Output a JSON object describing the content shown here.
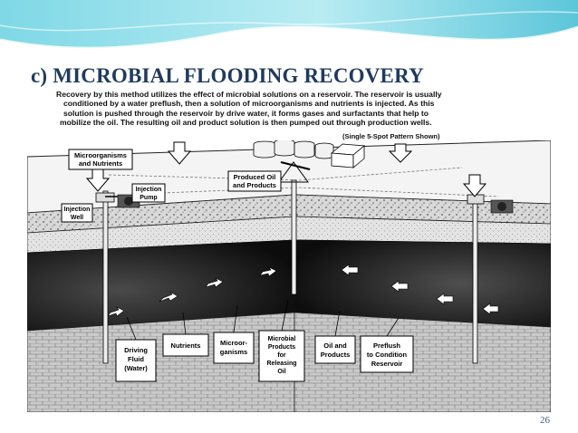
{
  "slide": {
    "title": "c) MICROBIAL FLOODING RECOVERY",
    "page_number": "26"
  },
  "intro": {
    "lines": [
      "Recovery by this method utilizes the effect of microbial solutions on a reservoir. The reservoir is usually",
      "conditioned by a water preflush, then a solution of microorganisms and nutrients is injected. As this",
      "solution is pushed through the reservoir by drive water, it forms gases and surfactants that help to",
      "mobilize the oil. The resulting oil and product solution is then pumped out through production wells."
    ],
    "pattern_note": "(Single 5-Spot Pattern Shown)"
  },
  "surface_labels": {
    "microorganisms": [
      "Microorganisms",
      "and Nutrients"
    ],
    "injection_pump": [
      "Injection",
      "Pump"
    ],
    "injection_well": [
      "Injection",
      "Well"
    ],
    "produced_oil": [
      "Produced Oil",
      "and Products"
    ]
  },
  "zone_labels": [
    {
      "id": "driving-fluid",
      "lines": [
        "Driving",
        "Fluid",
        "(Water)"
      ]
    },
    {
      "id": "nutrients",
      "lines": [
        "Nutrients"
      ]
    },
    {
      "id": "microorganisms",
      "lines": [
        "Microor-",
        "ganisms"
      ]
    },
    {
      "id": "microbial-products",
      "lines": [
        "Microbial",
        "Products",
        "for",
        "Releasing",
        "Oil"
      ]
    },
    {
      "id": "oil-products",
      "lines": [
        "Oil and",
        "Products"
      ]
    },
    {
      "id": "preflush",
      "lines": [
        "Preflush",
        "to Condition",
        "Reservoir"
      ]
    }
  ]
}
